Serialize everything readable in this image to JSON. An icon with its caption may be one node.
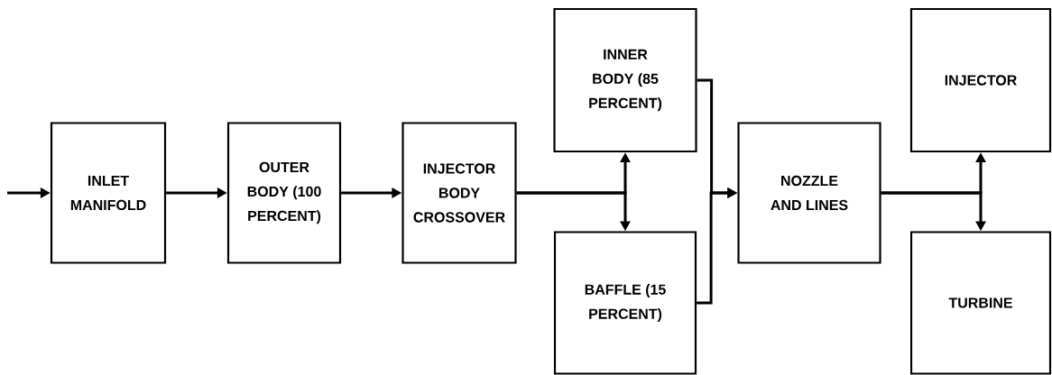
{
  "diagram": {
    "nodes": [
      {
        "text": [
          "INLET MANIFOLD"
        ]
      },
      {
        "text": [
          "OUTER BODY (100 PERCENT)"
        ]
      },
      {
        "text": [
          "INJECTOR BODY CROSSOVER"
        ]
      },
      {
        "text": [
          "INNER BODY (85 PERCENT)"
        ]
      },
      {
        "text": [
          "BAFFLE (15 PERCENT)"
        ]
      },
      {
        "text": [
          "NOZZLE AND LINES"
        ]
      },
      {
        "text": [
          "INJECTOR"
        ]
      },
      {
        "text": [
          "TURBINE"
        ]
      }
    ],
    "edges": [
      {
        "from": null,
        "to": 0,
        "arrow": "to"
      },
      {
        "from": 0,
        "to": 1,
        "arrow": "to"
      },
      {
        "from": 1,
        "to": 2,
        "arrow": "to"
      },
      {
        "from": 2,
        "to": 3,
        "arrow": "to"
      },
      {
        "from": 2,
        "to": 4,
        "arrow": "to"
      },
      {
        "from": 3,
        "to": 5,
        "arrow": "to"
      },
      {
        "from": 4,
        "to": 5,
        "arrow": "to"
      },
      {
        "from": 5,
        "to": 6,
        "arrow": "to"
      },
      {
        "from": 5,
        "to": 7,
        "arrow": "to"
      }
    ]
  }
}
